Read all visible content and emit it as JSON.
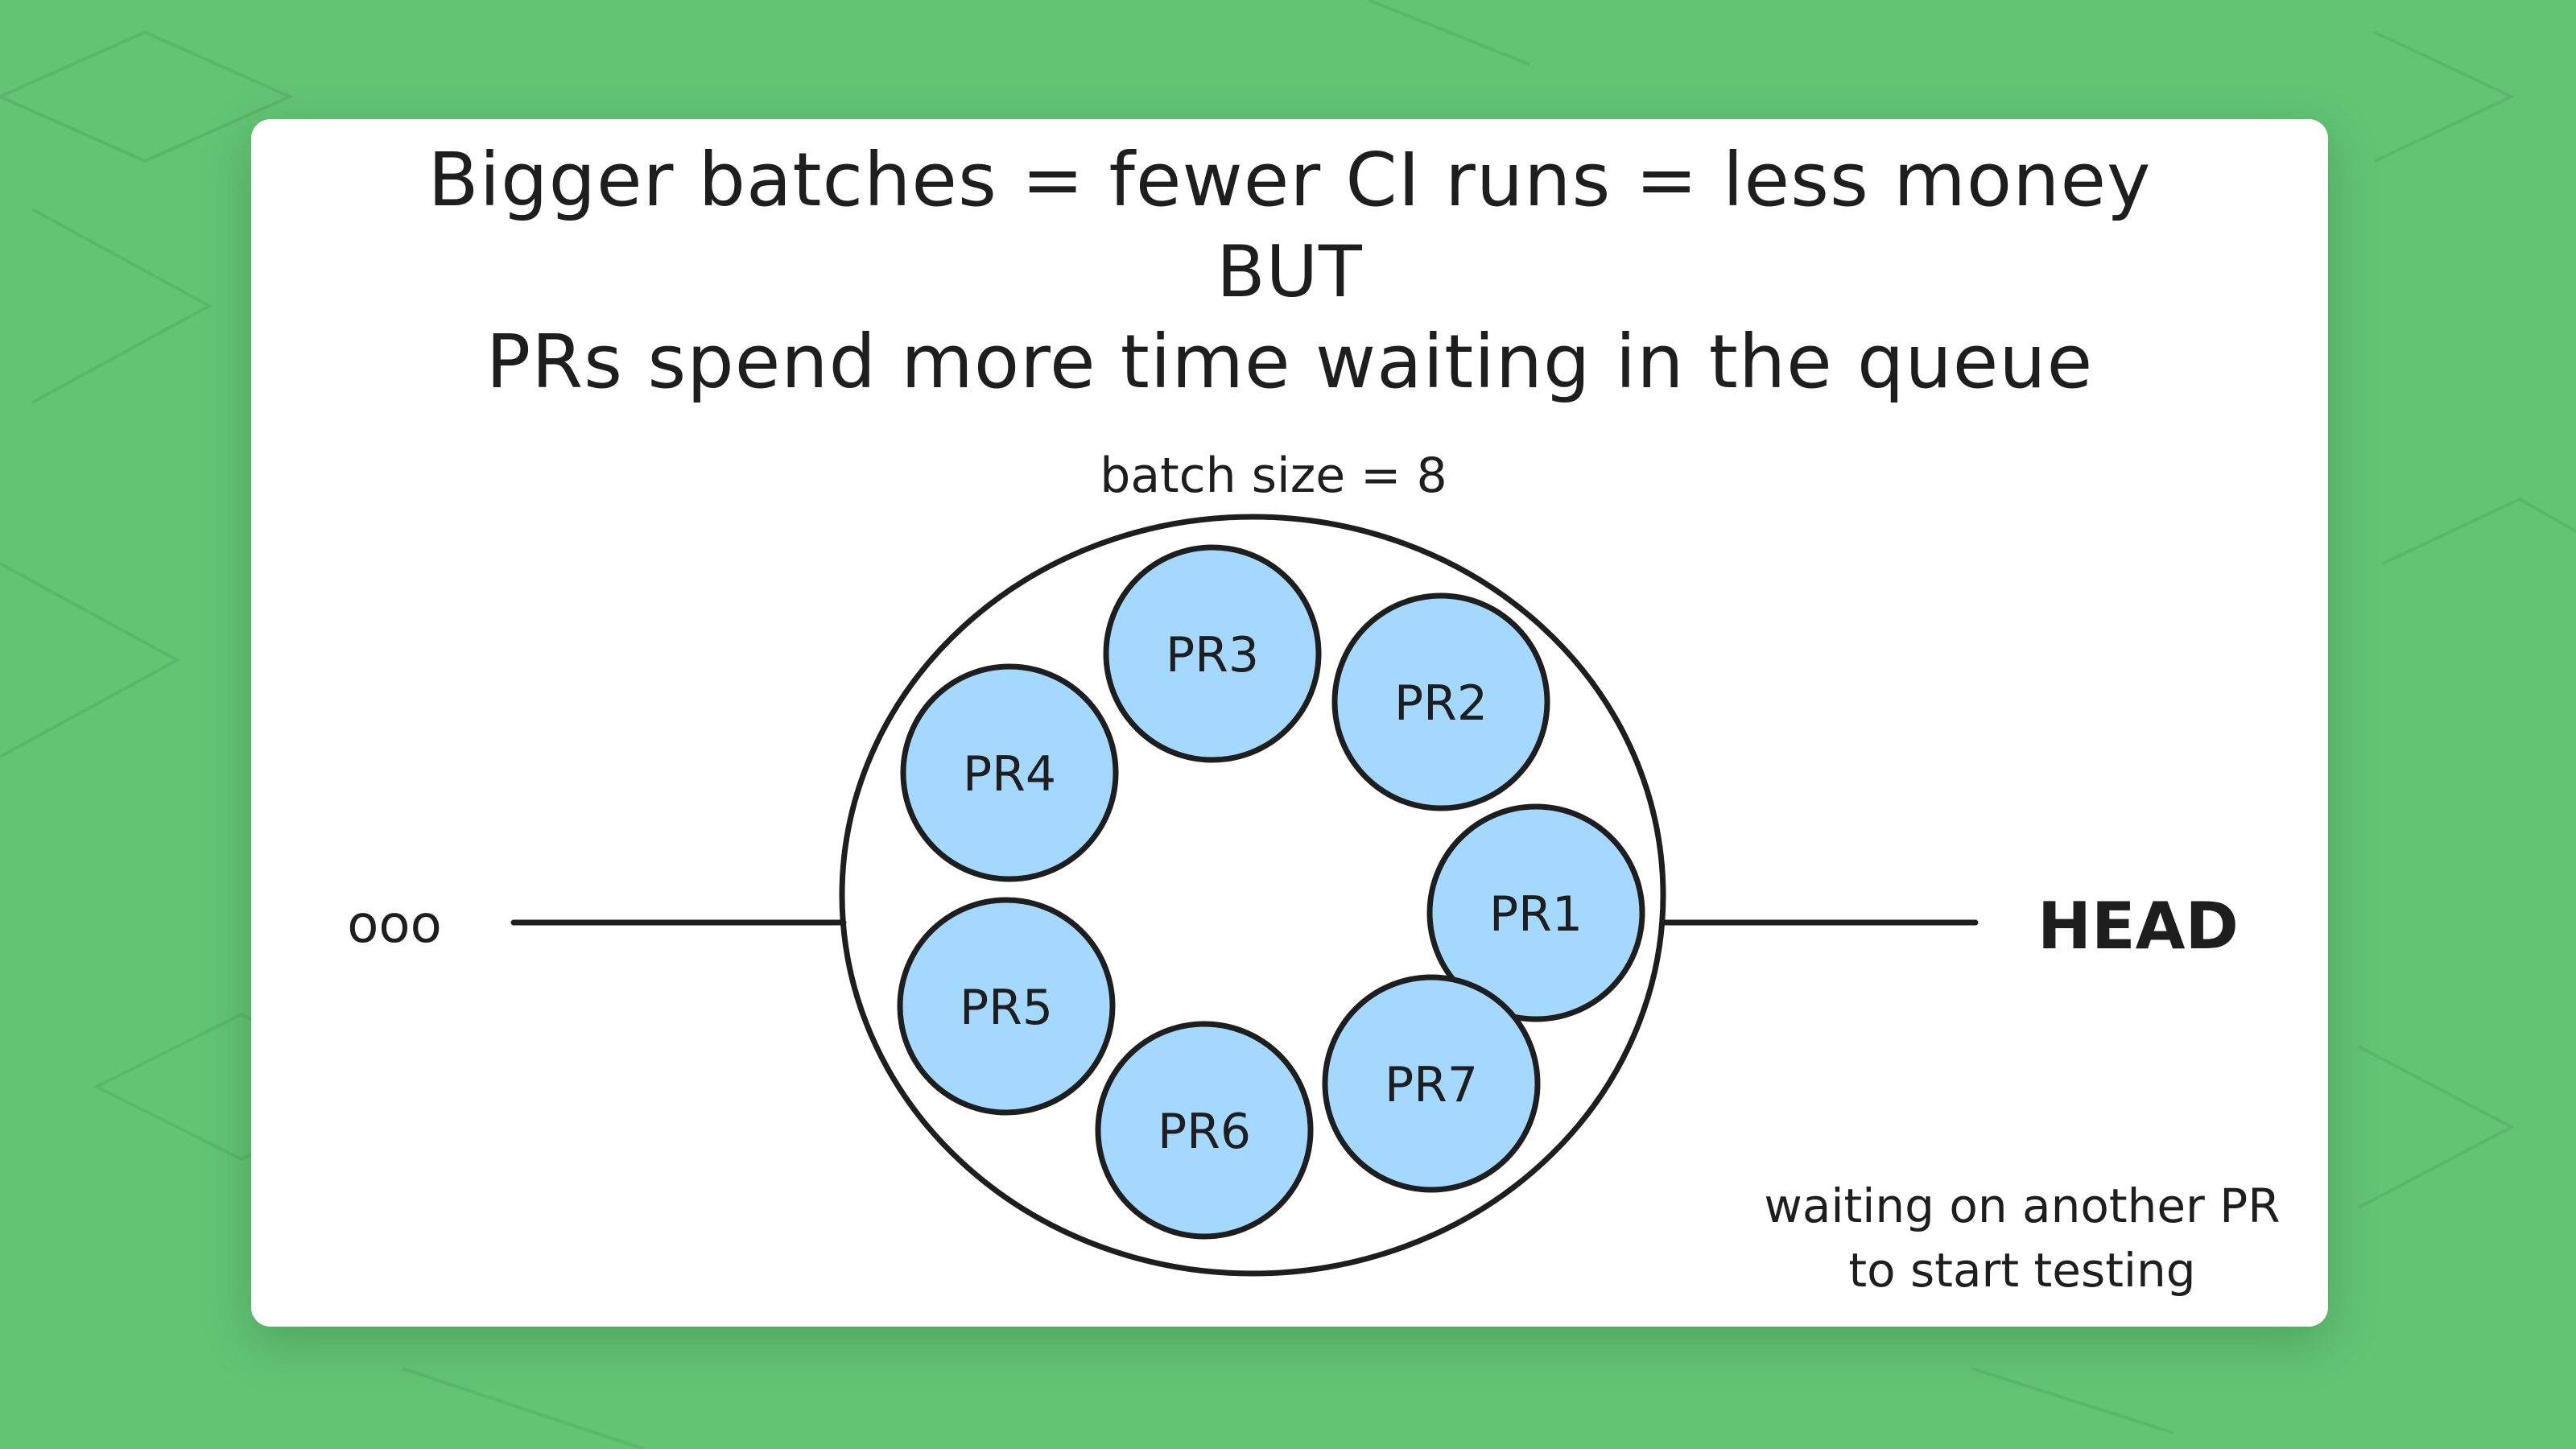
{
  "slide": {
    "title_line1": "Bigger batches = fewer CI runs = less money",
    "title_line2": "BUT",
    "title_line3": "PRs spend more time waiting in the queue",
    "batch_label": "batch size = 8",
    "queue_tail_label": "ooo",
    "queue_head_label": "HEAD",
    "note_line1": "waiting on another PR",
    "note_line2": "to start testing"
  },
  "prs": [
    "PR1",
    "PR2",
    "PR3",
    "PR4",
    "PR5",
    "PR6",
    "PR7"
  ],
  "colors": {
    "background": "#63c474",
    "card": "#ffffff",
    "pr_fill": "#a5d8ff",
    "stroke": "#1e1e1e"
  }
}
